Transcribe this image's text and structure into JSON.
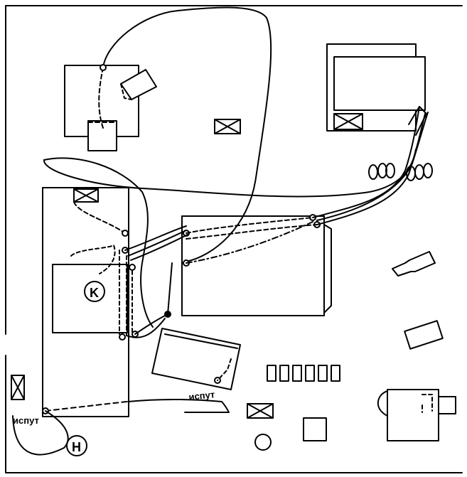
{
  "labels": {
    "k_symbol": "K",
    "h_symbol": "H",
    "isput_top": "испут",
    "isput_bottom": "испут"
  },
  "colors": {
    "ink": "#000000",
    "paper": "#ffffff"
  }
}
